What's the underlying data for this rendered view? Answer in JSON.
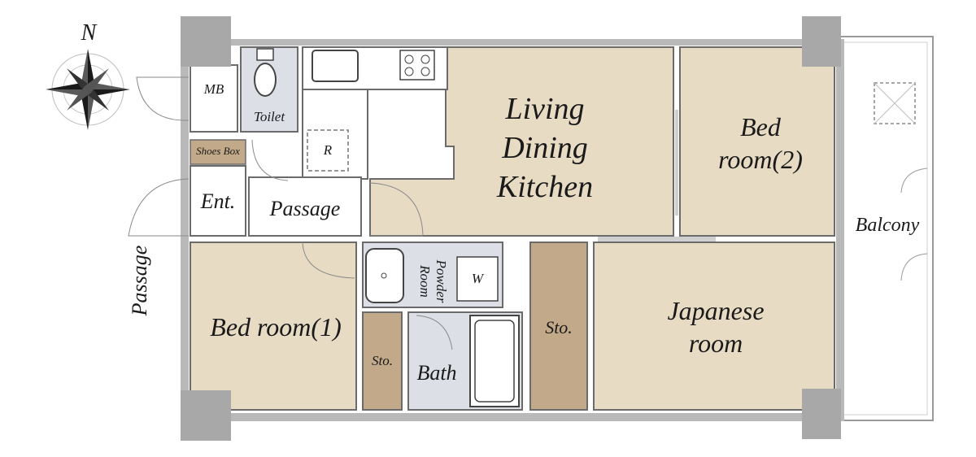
{
  "compass": {
    "north_letter": "N"
  },
  "rooms": {
    "ldk": [
      "Living",
      "Dining",
      "Kitchen"
    ],
    "bedroom2": [
      "Bed",
      "room(2)"
    ],
    "bedroom1": "Bed room(1)",
    "japanese": [
      "Japanese",
      "room"
    ],
    "balcony": "Balcony",
    "toilet": "Toilet",
    "mb": "MB",
    "shoes_box": "Shoes Box",
    "entrance": "Ent.",
    "passage_inner": "Passage",
    "passage_outer": "Passage",
    "powder_room": [
      "Powder",
      "Room"
    ],
    "washer": "W",
    "refrigerator": "R",
    "storage_large": "Sto.",
    "storage_small": "Sto.",
    "bath": "Bath"
  },
  "colors": {
    "room_fill": "#e8dbc4",
    "storage_fill": "#c2a989",
    "wet_fill": "#dcdfe6",
    "wall": "#b9b9b9",
    "pillar": "#a8a8a8"
  }
}
